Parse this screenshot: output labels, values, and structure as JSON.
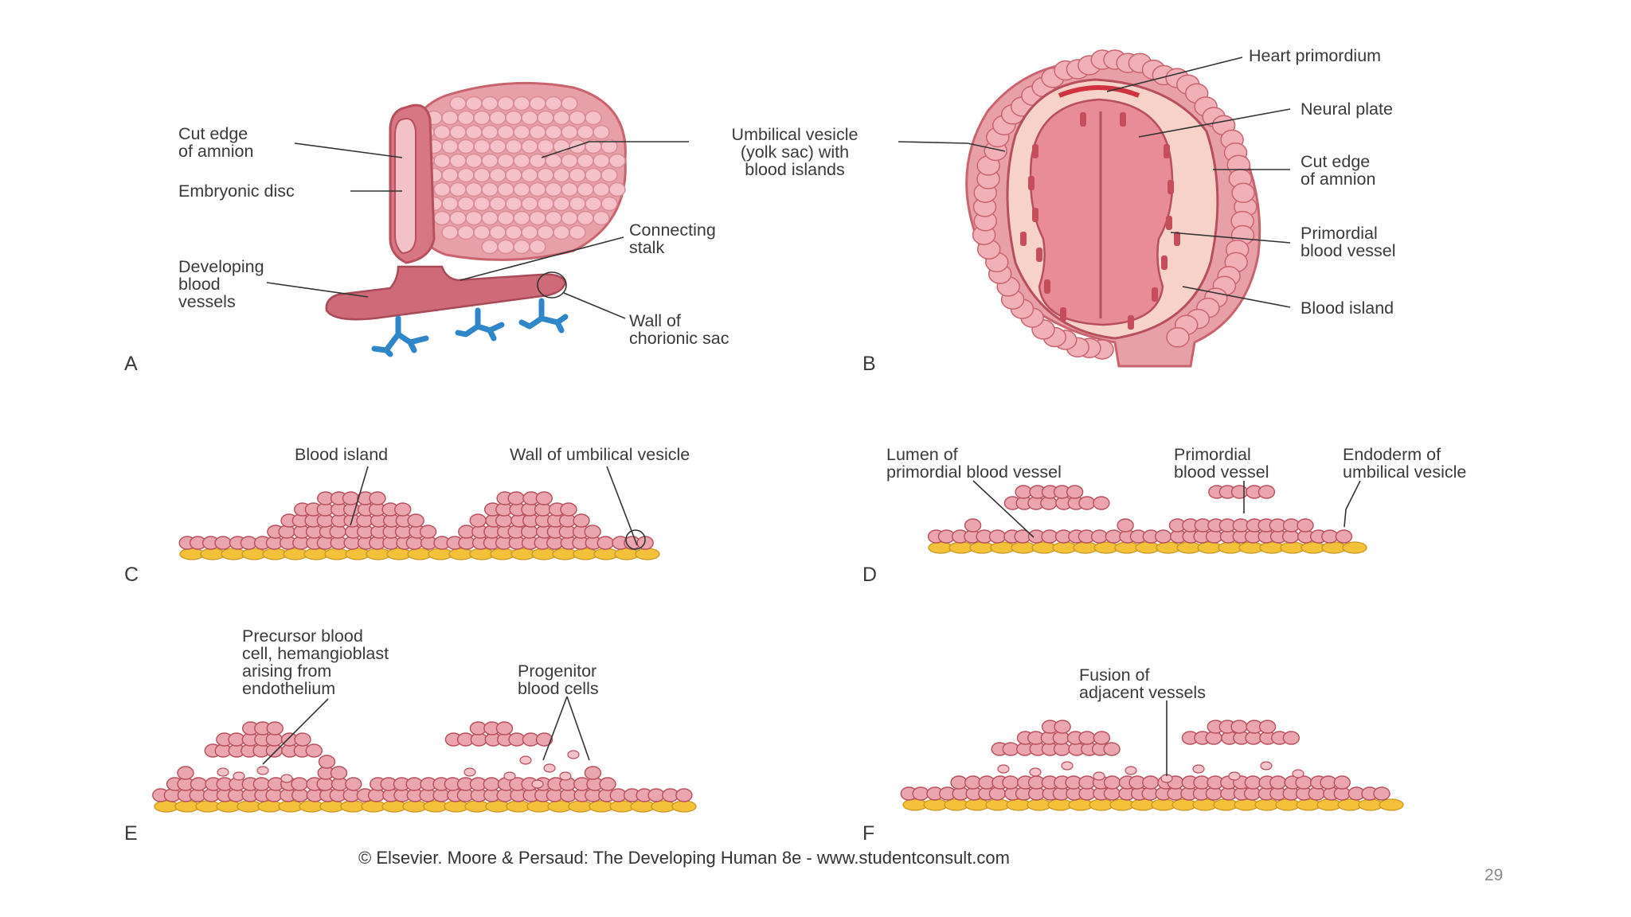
{
  "colors": {
    "tissue": "#e8a0a8",
    "tissue_dark": "#c9646f",
    "tissue_cell_edge": "#b84f5d",
    "endoderm": "#f3c23a",
    "vessel_blue": "#2f86c9",
    "stalk": "#cf6b78"
  },
  "panels": {
    "A": {
      "letter": "A",
      "labels": {
        "cut_edge_l1": "Cut edge",
        "cut_edge_l2": "of amnion",
        "embryonic_disc": "Embryonic disc",
        "dev_vessels_l1": "Developing",
        "dev_vessels_l2": "blood",
        "dev_vessels_l3": "vessels",
        "umbilical_l1": "Umbilical vesicle",
        "umbilical_l2": "(yolk sac) with",
        "umbilical_l3": "blood islands",
        "stalk_l1": "Connecting",
        "stalk_l2": "stalk",
        "chorionic_l1": "Wall of",
        "chorionic_l2": "chorionic sac"
      }
    },
    "B": {
      "letter": "B",
      "labels": {
        "heart": "Heart primordium",
        "neural": "Neural plate",
        "cut_edge_l1": "Cut edge",
        "cut_edge_l2": "of amnion",
        "prim_vessel_l1": "Primordial",
        "prim_vessel_l2": "blood vessel",
        "blood_island": "Blood island"
      }
    },
    "C": {
      "letter": "C",
      "labels": {
        "blood_island": "Blood island",
        "wall": "Wall of umbilical vesicle"
      }
    },
    "D": {
      "letter": "D",
      "labels": {
        "lumen_l1": "Lumen of",
        "lumen_l2": "primordial blood vessel",
        "prim_l1": "Primordial",
        "prim_l2": "blood vessel",
        "endo_l1": "Endoderm of",
        "endo_l2": "umbilical vesicle"
      }
    },
    "E": {
      "letter": "E",
      "labels": {
        "precursor_l1": "Precursor blood",
        "precursor_l2": "cell, hemangioblast",
        "precursor_l3": "arising from",
        "precursor_l4": "endothelium",
        "progenitor_l1": "Progenitor",
        "progenitor_l2": "blood cells"
      }
    },
    "F": {
      "letter": "F",
      "labels": {
        "fusion_l1": "Fusion of",
        "fusion_l2": "adjacent vessels"
      }
    }
  },
  "copyright": "© Elsevier. Moore & Persaud: The Developing Human 8e - www.studentconsult.com",
  "page_number": "29"
}
